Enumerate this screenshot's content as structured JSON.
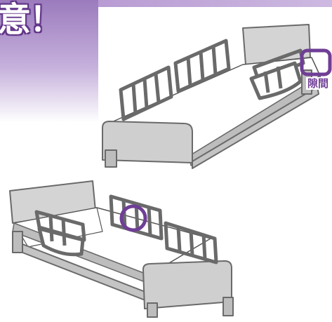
{
  "banner": {
    "headline": "意！"
  },
  "callout_top": {
    "label": "隙間"
  },
  "colors": {
    "accent_purple": "#6f3e95",
    "banner_gradient_top": "#9b7bbd",
    "bed_gray": "#c8c8c8",
    "bed_outline": "#6a6a6a"
  },
  "icons": [
    "bed-illustration-top",
    "bed-illustration-bottom",
    "gap-highlight-rounded-square",
    "gap-highlight-circle"
  ]
}
